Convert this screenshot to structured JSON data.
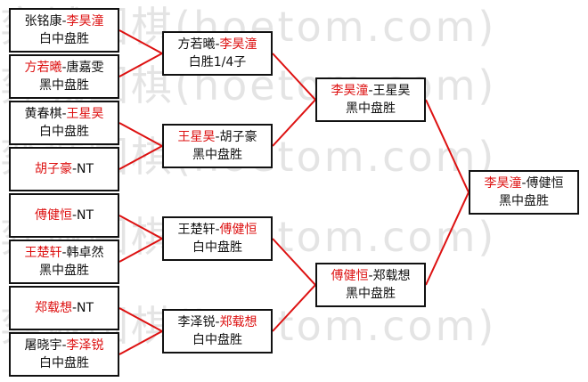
{
  "watermark": [
    "弈城围棋(hoetom.com)",
    "弈城围棋(hoetom.com)",
    "弈城围棋(hoetom.com)",
    "弈城围棋(hoetom.com)",
    "弈城围棋(hoetom.com)"
  ],
  "round1": [
    {
      "p1": "张铭康",
      "sep": "-",
      "p2": "李昊潼",
      "result": "白中盘胜",
      "winner": 2
    },
    {
      "p1": "方若曦",
      "sep": "-",
      "p2": "唐嘉雯",
      "result": "黑中盘胜",
      "winner": 1
    },
    {
      "p1": "黄春棋",
      "sep": "-",
      "p2": "王星昊",
      "result": "白中盘胜",
      "winner": 2
    },
    {
      "p1": "胡子豪",
      "sep": "-",
      "p2": "NT",
      "result": "",
      "winner": 1
    },
    {
      "p1": "傅健恒",
      "sep": "-",
      "p2": "NT",
      "result": "",
      "winner": 1
    },
    {
      "p1": "王楚轩",
      "sep": "-",
      "p2": "韩卓然",
      "result": "黑中盘胜",
      "winner": 1
    },
    {
      "p1": "郑载想",
      "sep": "-",
      "p2": "NT",
      "result": "",
      "winner": 1
    },
    {
      "p1": "屠晓宇",
      "sep": "-",
      "p2": "李泽锐",
      "result": "白中盘胜",
      "winner": 2
    }
  ],
  "round2": [
    {
      "p1": "方若曦",
      "sep": "-",
      "p2": "李昊潼",
      "result": "白胜1/4子",
      "winner": 2
    },
    {
      "p1": "王星昊",
      "sep": "-",
      "p2": "胡子豪",
      "result": "黑中盘胜",
      "winner": 1
    },
    {
      "p1": "王楚轩",
      "sep": "-",
      "p2": "傅健恒",
      "result": "白中盘胜",
      "winner": 2
    },
    {
      "p1": "李泽锐",
      "sep": "-",
      "p2": "郑载想",
      "result": "白中盘胜",
      "winner": 2
    }
  ],
  "round3": [
    {
      "p1": "李昊潼",
      "sep": "-",
      "p2": "王星昊",
      "result": "黑中盘胜",
      "winner": 1
    },
    {
      "p1": "傅健恒",
      "sep": "-",
      "p2": "郑载想",
      "result": "黑中盘胜",
      "winner": 1
    }
  ],
  "final": {
    "p1": "李昊潼",
    "sep": "-",
    "p2": "傅健恒",
    "result": "黑中盘胜",
    "winner": 1
  },
  "colors": {
    "winner": "#dd1111",
    "text": "#111111",
    "border": "#111111",
    "connector": "#dd1111",
    "watermark": "#cfcfcf"
  }
}
